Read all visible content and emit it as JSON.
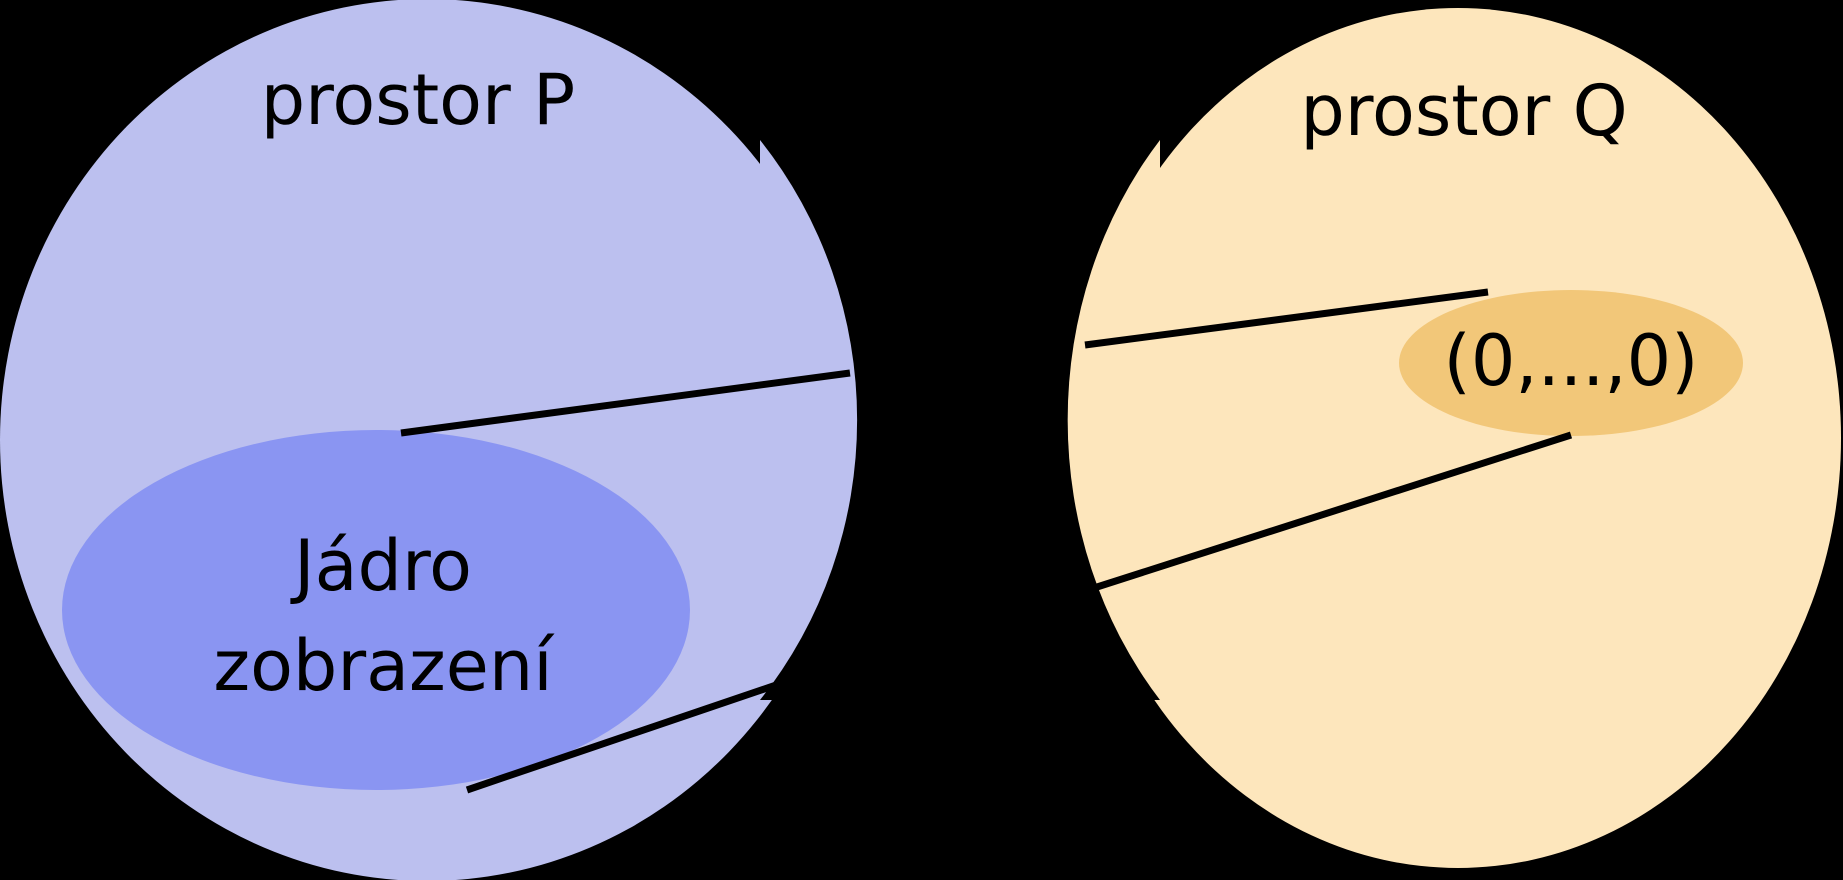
{
  "space_p": {
    "title": "prostor P",
    "color": "#bcc0ef"
  },
  "kernel": {
    "line1": "Jádro",
    "line2": "zobrazení",
    "color": "#8a95f2"
  },
  "space_q": {
    "title": "prostor Q",
    "color": "#fde6bc"
  },
  "zero_vector": {
    "label": "(0,...,0)",
    "color": "#f2c779"
  },
  "line_color": "#000000"
}
